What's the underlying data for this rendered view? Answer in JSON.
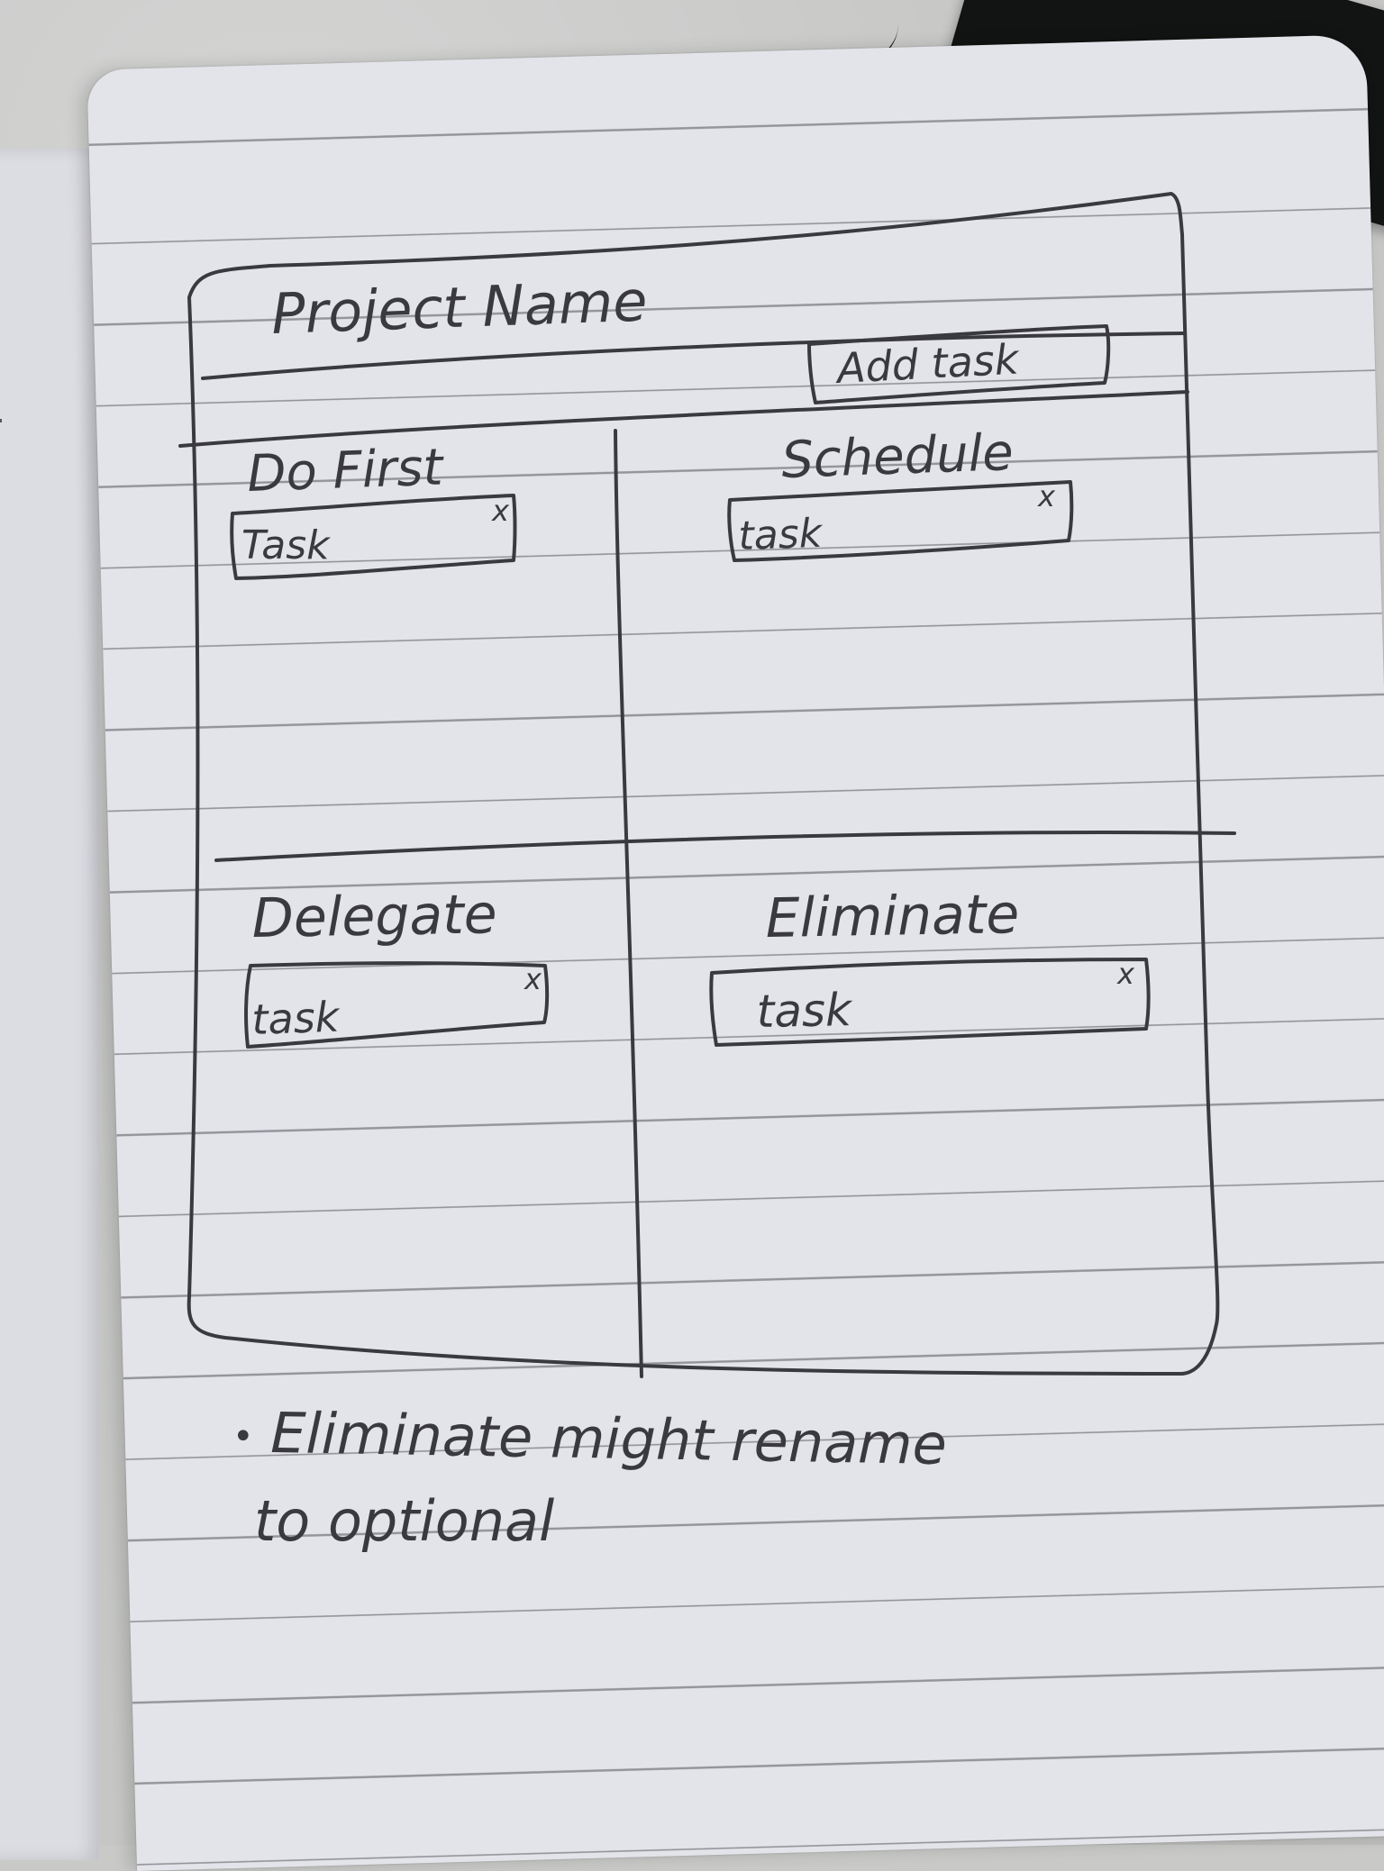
{
  "sketch": {
    "title": "Project Name",
    "add_task_label": "Add task",
    "quadrants": [
      {
        "label": "Do First",
        "task": "Task",
        "remove": "x"
      },
      {
        "label": "Schedule",
        "task": "task",
        "remove": "x"
      },
      {
        "label": "Delegate",
        "task": "task",
        "remove": "x"
      },
      {
        "label": "Eliminate",
        "task": "task",
        "remove": "x"
      }
    ],
    "note_bullet": "•",
    "note_line1": "Eliminate might rename",
    "note_line2": "to optional"
  },
  "colors": {
    "ink": "#3a3a3e",
    "paper": "#e3e4ea",
    "desk": "#c6c7c5"
  }
}
